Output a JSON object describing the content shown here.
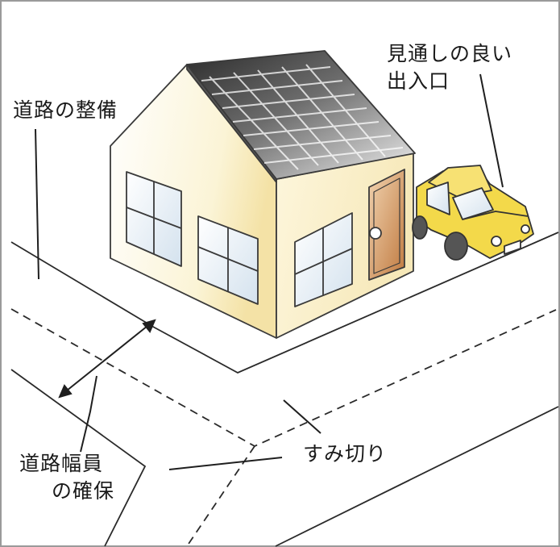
{
  "labels": {
    "road_maintenance": "道路の整備",
    "visibility_line1": "見通しの良い",
    "visibility_line2": "出入口",
    "corner_cut": "すみ切り",
    "road_width_line1": "道路幅員",
    "road_width_line2": "の確保"
  },
  "colors": {
    "house_wall_light": "#fdfcf6",
    "house_wall_warm": "#f5e7b5",
    "roof_dark": "#3a3a3a",
    "window_glass": "#dfe9f1",
    "door": "#c98a55",
    "car_body": "#f3d94a",
    "car_outline": "#3a3a3a",
    "line": "#2a2a2a"
  },
  "icons": {
    "house": "house-illustration",
    "car": "car-illustration",
    "width_arrow": "double-arrow-icon"
  }
}
